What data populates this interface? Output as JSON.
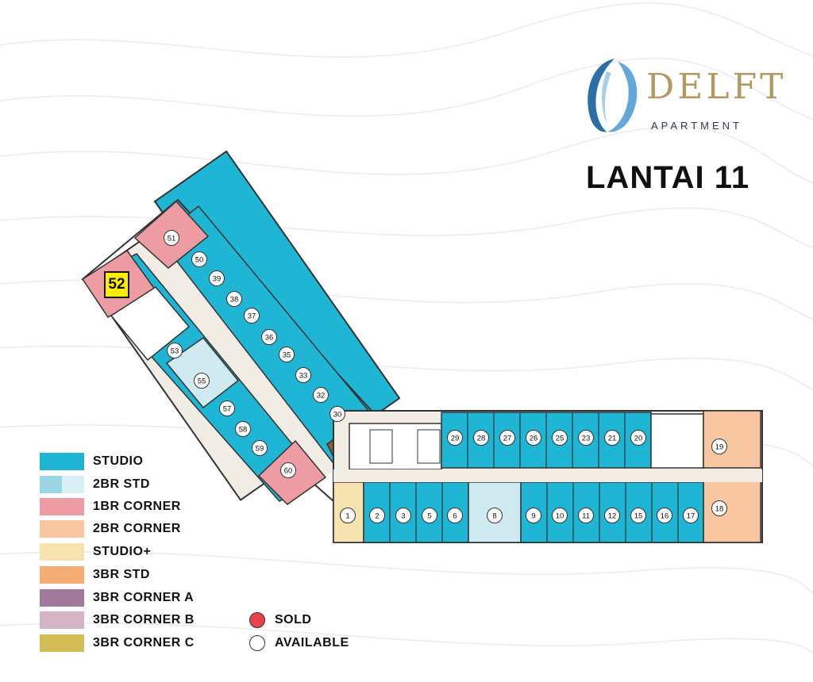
{
  "brand": {
    "name": "DELFT",
    "subtitle": "APARTMENT",
    "logo_colors": {
      "swoosh": "#2b6fa8",
      "swoosh_light": "#62a8d8",
      "text": "#b39a62"
    }
  },
  "floor_title": "LANTAI 11",
  "highlight_unit": {
    "label": "52",
    "color": "#ffee00"
  },
  "unit_colors": {
    "studio": "#1fb6d6",
    "2br_std": "#cfeaf1",
    "1br_corner": "#ee9ca4",
    "2br_corner": "#f9c6a2",
    "studio_plus": "#f7e3b0",
    "core": "#ffffff",
    "corridor": "#f1ede5",
    "wall": "#333333",
    "stair_room": "#8a5a3c"
  },
  "units": [
    {
      "label": "51",
      "type": "1br_corner"
    },
    {
      "label": "50",
      "type": "studio"
    },
    {
      "label": "39",
      "type": "studio"
    },
    {
      "label": "38",
      "type": "studio"
    },
    {
      "label": "37",
      "type": "studio"
    },
    {
      "label": "36",
      "type": "studio"
    },
    {
      "label": "35",
      "type": "studio"
    },
    {
      "label": "33",
      "type": "studio"
    },
    {
      "label": "32",
      "type": "studio"
    },
    {
      "label": "30",
      "type": "studio"
    },
    {
      "label": "53",
      "type": "studio"
    },
    {
      "label": "55",
      "type": "2br_std"
    },
    {
      "label": "57",
      "type": "studio"
    },
    {
      "label": "58",
      "type": "studio"
    },
    {
      "label": "59",
      "type": "studio"
    },
    {
      "label": "60",
      "type": "1br_corner"
    },
    {
      "label": "29",
      "type": "studio"
    },
    {
      "label": "28",
      "type": "studio"
    },
    {
      "label": "27",
      "type": "studio"
    },
    {
      "label": "26",
      "type": "studio"
    },
    {
      "label": "25",
      "type": "studio"
    },
    {
      "label": "23",
      "type": "studio"
    },
    {
      "label": "21",
      "type": "studio"
    },
    {
      "label": "20",
      "type": "studio"
    },
    {
      "label": "19",
      "type": "2br_corner"
    },
    {
      "label": "18",
      "type": "2br_corner"
    },
    {
      "label": "1",
      "type": "studio_plus"
    },
    {
      "label": "2",
      "type": "studio"
    },
    {
      "label": "3",
      "type": "studio"
    },
    {
      "label": "5",
      "type": "studio"
    },
    {
      "label": "6",
      "type": "studio"
    },
    {
      "label": "8",
      "type": "2br_std"
    },
    {
      "label": "9",
      "type": "studio"
    },
    {
      "label": "10",
      "type": "studio"
    },
    {
      "label": "11",
      "type": "studio"
    },
    {
      "label": "12",
      "type": "studio"
    },
    {
      "label": "15",
      "type": "studio"
    },
    {
      "label": "16",
      "type": "studio"
    },
    {
      "label": "17",
      "type": "studio"
    }
  ],
  "legend": [
    {
      "label": "STUDIO",
      "color": "#1fb6d6"
    },
    {
      "label": "2BR STD",
      "color": "#99d6e6",
      "color2": "#d8eff5"
    },
    {
      "label": "1BR CORNER",
      "color": "#ee9ca4"
    },
    {
      "label": "2BR CORNER",
      "color": "#f9c6a2"
    },
    {
      "label": "STUDIO+",
      "color": "#f7e3b0"
    },
    {
      "label": "3BR STD",
      "color": "#f4ad74"
    },
    {
      "label": "3BR CORNER A",
      "color": "#a27a9e"
    },
    {
      "label": "3BR CORNER B",
      "color": "#d2b4c4"
    },
    {
      "label": "3BR CORNER C",
      "color": "#d2bd56"
    }
  ],
  "status_legend": [
    {
      "label": "SOLD",
      "color": "#e8424c"
    },
    {
      "label": "AVAILABLE",
      "color": "#ffffff"
    }
  ]
}
